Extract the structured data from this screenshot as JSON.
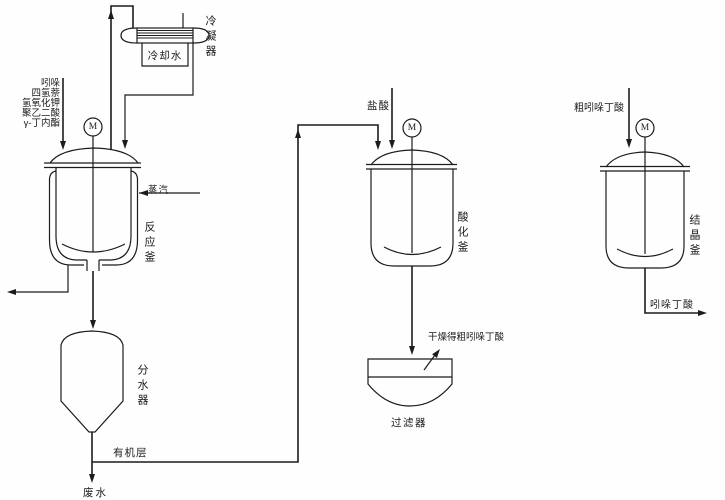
{
  "diagram": {
    "kind": "chemical-process-flow-diagram",
    "line_color": "#1c1c1c",
    "background": "#fefefe"
  },
  "labels": {
    "condenser": "冷凝器",
    "cooling_water": "冷却水",
    "reagents": [
      "吲哚",
      "四氢萘",
      "氢氧化钾",
      "聚乙二酸",
      "γ-丁内酯"
    ],
    "steam": "蒸汽",
    "reaction_kettle": "反应釜",
    "motor": "M",
    "water_separator": "分水器",
    "organic_layer": "有机层",
    "waste_water": "废水",
    "hydrochloric_acid": "盐酸",
    "acidification_kettle": "酸化釜",
    "dry_note": "干燥得粗吲哚丁酸",
    "filter": "过滤器",
    "crude_product_in": "粗吲哚丁酸",
    "crystallization_kettle": "结晶釜",
    "product_out": "吲哚丁酸"
  }
}
